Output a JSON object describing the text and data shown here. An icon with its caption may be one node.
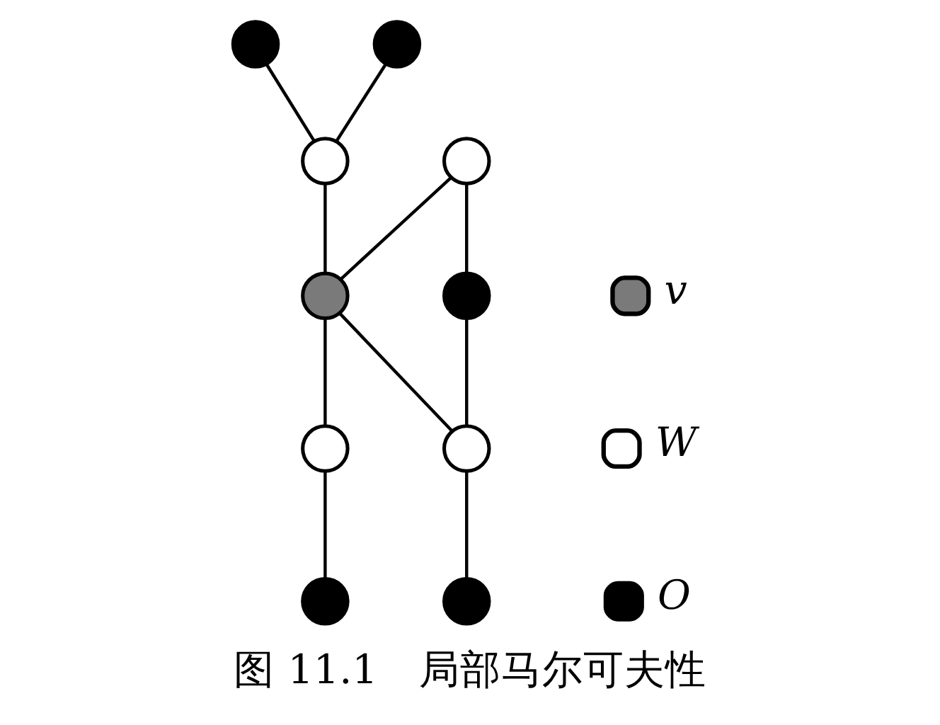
{
  "diagram": {
    "caption": "图 11.1　局部马尔可夫性",
    "nodes": [
      {
        "text": [],
        "shape": "circle"
      },
      {
        "text": [],
        "shape": "circle"
      },
      {
        "text": [],
        "shape": "circle"
      },
      {
        "text": [],
        "shape": "circle"
      },
      {
        "text": [],
        "shape": "circle"
      },
      {
        "text": [],
        "shape": "circle"
      },
      {
        "text": [],
        "shape": "circle"
      },
      {
        "text": [],
        "shape": "circle"
      },
      {
        "text": [],
        "shape": "circle"
      },
      {
        "text": [],
        "shape": "circle"
      }
    ],
    "edges": [
      {
        "from": 0,
        "to": 2,
        "arrow": "none"
      },
      {
        "from": 1,
        "to": 2,
        "arrow": "none"
      },
      {
        "from": 2,
        "to": 5,
        "arrow": "none"
      },
      {
        "from": 3,
        "to": 5,
        "arrow": "none"
      },
      {
        "from": 3,
        "to": 4,
        "arrow": "none"
      },
      {
        "from": 4,
        "to": 7,
        "arrow": "none"
      },
      {
        "from": 5,
        "to": 6,
        "arrow": "none"
      },
      {
        "from": 5,
        "to": 7,
        "arrow": "none"
      },
      {
        "from": 6,
        "to": 8,
        "arrow": "none"
      },
      {
        "from": 7,
        "to": 9,
        "arrow": "none"
      }
    ],
    "legend": [
      {
        "text": "v",
        "color": "#7a7a7a"
      },
      {
        "text": "W",
        "color": "#ffffff"
      },
      {
        "text": "O",
        "color": "#000000"
      }
    ]
  }
}
